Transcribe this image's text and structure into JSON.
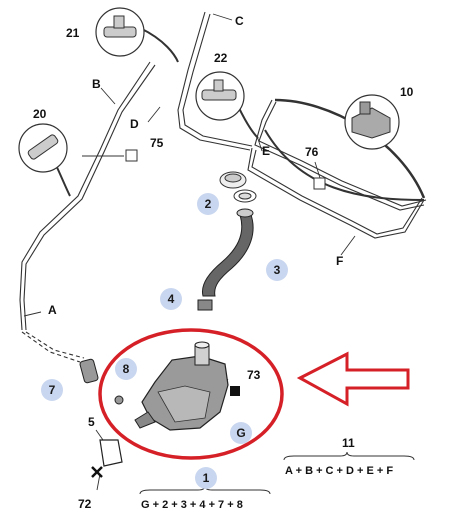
{
  "labels": {
    "a": "A",
    "b": "B",
    "c": "C",
    "d": "D",
    "e": "E",
    "f": "F",
    "n5": "5",
    "n10": "10",
    "n11": "11",
    "n20": "20",
    "n21": "21",
    "n22": "22",
    "n72": "72",
    "n73": "73",
    "n75": "75",
    "n76": "76"
  },
  "bubbles": {
    "b1": "1",
    "b2": "2",
    "b3": "3",
    "b4": "4",
    "b7": "7",
    "b8": "8",
    "bg": "G"
  },
  "formulas": {
    "group_1": "G + 2 + 3 + 4 + 7 + 8",
    "group_11": "A + B + C + D + E + F"
  },
  "colors": {
    "highlight": "#d62027",
    "bubble": "#c9d6ef",
    "line": "#333333"
  },
  "icons": {
    "highlight_ring": "red-ellipse-highlight",
    "arrow": "red-outline-arrow-left"
  }
}
